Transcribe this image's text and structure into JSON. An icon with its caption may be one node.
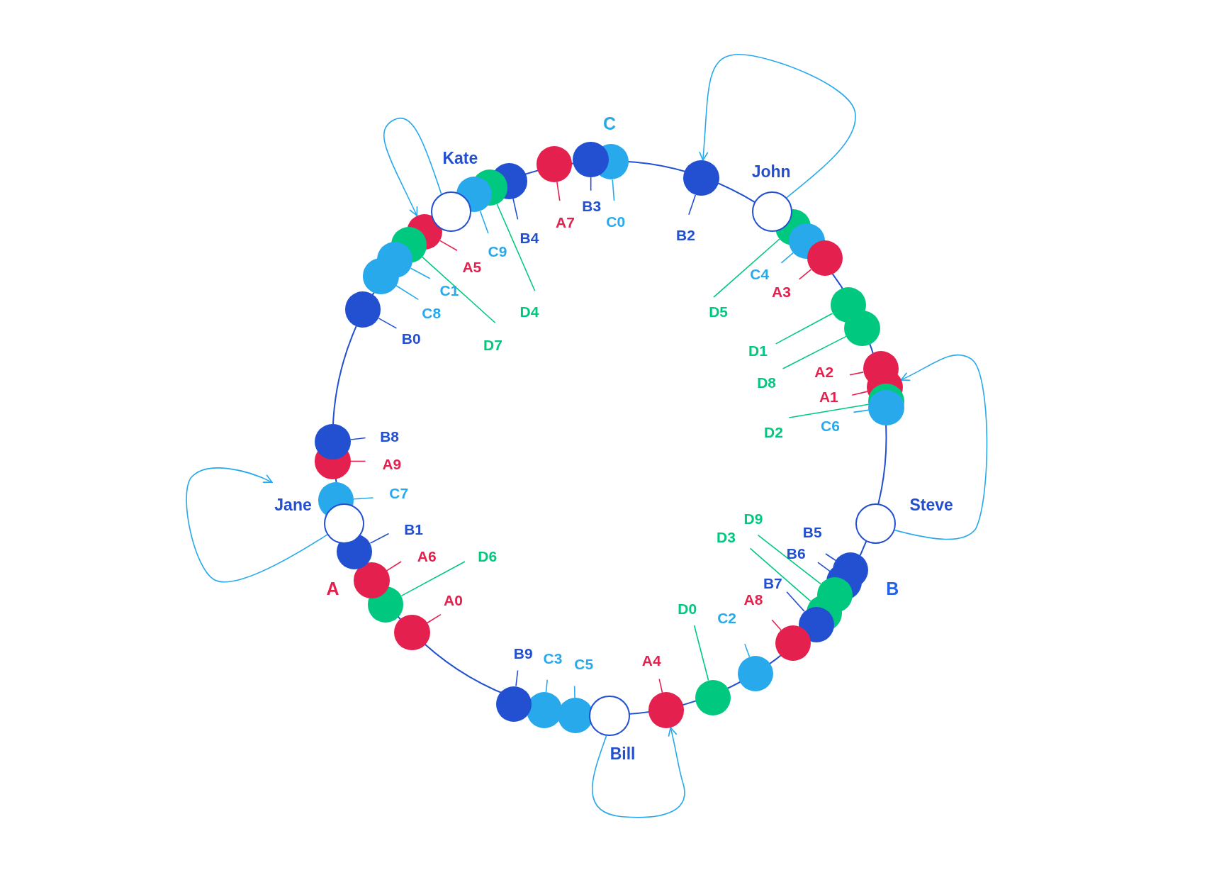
{
  "diagram": {
    "nodes": [
      {
        "text": [],
        "shape": "circle"
      },
      {
        "text": [
          "C0"
        ]
      },
      {
        "text": [],
        "shape": "circle"
      },
      {
        "text": [
          "B3"
        ]
      },
      {
        "text": [],
        "shape": "circle"
      },
      {
        "text": [
          "A7"
        ]
      },
      {
        "text": [],
        "shape": "circle"
      },
      {
        "text": [
          "B2"
        ]
      },
      {
        "text": [],
        "shape": "circle"
      },
      {
        "text": [
          "B4"
        ]
      },
      {
        "text": [],
        "shape": "circle"
      },
      {
        "text": [
          "D4"
        ]
      },
      {
        "text": [],
        "shape": "circle"
      },
      {
        "text": [
          "C9"
        ]
      },
      {
        "text": [
          "Kate"
        ]
      },
      {
        "text": [],
        "shape": "circle"
      },
      {
        "text": [
          "A5"
        ]
      },
      {
        "text": [],
        "shape": "circle"
      },
      {
        "text": [
          "D7"
        ]
      },
      {
        "text": [],
        "shape": "circle"
      },
      {
        "text": [
          "C1"
        ]
      },
      {
        "text": [],
        "shape": "circle"
      },
      {
        "text": [
          "C8"
        ]
      },
      {
        "text": [],
        "shape": "circle"
      },
      {
        "text": [
          "B0"
        ]
      },
      {
        "text": [
          "John"
        ]
      },
      {
        "text": [],
        "shape": "circle"
      },
      {
        "text": [
          "D5"
        ]
      },
      {
        "text": [],
        "shape": "circle"
      },
      {
        "text": [
          "C4"
        ]
      },
      {
        "text": [],
        "shape": "circle"
      },
      {
        "text": [
          "A3"
        ]
      },
      {
        "text": [],
        "shape": "circle"
      },
      {
        "text": [
          "D1"
        ]
      },
      {
        "text": [],
        "shape": "circle"
      },
      {
        "text": [
          "D8"
        ]
      },
      {
        "text": [],
        "shape": "circle"
      },
      {
        "text": [
          "A2"
        ]
      },
      {
        "text": [],
        "shape": "circle"
      },
      {
        "text": [
          "A1"
        ]
      },
      {
        "text": [],
        "shape": "circle"
      },
      {
        "text": [
          "D2"
        ]
      },
      {
        "text": [],
        "shape": "circle"
      },
      {
        "text": [
          "C6"
        ]
      },
      {
        "text": [
          "Steve"
        ]
      },
      {
        "text": [],
        "shape": "circle"
      },
      {
        "text": [
          "B5"
        ]
      },
      {
        "text": [],
        "shape": "circle"
      },
      {
        "text": [
          "B6"
        ]
      },
      {
        "text": [],
        "shape": "circle"
      },
      {
        "text": [
          "D9"
        ]
      },
      {
        "text": [],
        "shape": "circle"
      },
      {
        "text": [
          "D3"
        ]
      },
      {
        "text": [],
        "shape": "circle"
      },
      {
        "text": [
          "B7"
        ]
      },
      {
        "text": [],
        "shape": "circle"
      },
      {
        "text": [
          "A8"
        ]
      },
      {
        "text": [],
        "shape": "circle"
      },
      {
        "text": [
          "C2"
        ]
      },
      {
        "text": [],
        "shape": "circle"
      },
      {
        "text": [
          "D0"
        ]
      },
      {
        "text": [],
        "shape": "circle"
      },
      {
        "text": [
          "A4"
        ]
      },
      {
        "text": [
          "Bill"
        ]
      },
      {
        "text": [],
        "shape": "circle"
      },
      {
        "text": [
          "C5"
        ]
      },
      {
        "text": [],
        "shape": "circle"
      },
      {
        "text": [
          "C3"
        ]
      },
      {
        "text": [],
        "shape": "circle"
      },
      {
        "text": [
          "B9"
        ]
      },
      {
        "text": [],
        "shape": "circle"
      },
      {
        "text": [
          "A0"
        ]
      },
      {
        "text": [],
        "shape": "circle"
      },
      {
        "text": [
          "D6"
        ]
      },
      {
        "text": [],
        "shape": "circle"
      },
      {
        "text": [
          "A6"
        ]
      },
      {
        "text": [],
        "shape": "circle"
      },
      {
        "text": [
          "B1"
        ]
      },
      {
        "text": [
          "Jane"
        ]
      },
      {
        "text": [],
        "shape": "circle"
      },
      {
        "text": [
          "C7"
        ]
      },
      {
        "text": [],
        "shape": "circle"
      },
      {
        "text": [
          "A9"
        ]
      },
      {
        "text": [],
        "shape": "circle"
      },
      {
        "text": [
          "B8"
        ]
      }
    ],
    "edges": [
      {
        "from": 1,
        "to": 0,
        "arrow": "none",
        "color": "#27a9ec"
      },
      {
        "from": 3,
        "to": 2,
        "arrow": "none",
        "color": "#2250d0"
      },
      {
        "from": 5,
        "to": 4,
        "arrow": "none",
        "color": "#e4204e"
      },
      {
        "from": 7,
        "to": 6,
        "arrow": "none",
        "color": "#2250d0"
      },
      {
        "from": 9,
        "to": 8,
        "arrow": "none",
        "color": "#2250d0"
      },
      {
        "from": 11,
        "to": 10,
        "arrow": "none",
        "color": "#00c97f"
      },
      {
        "from": 13,
        "to": 12,
        "arrow": "none",
        "color": "#27a9ec"
      },
      {
        "from": 16,
        "to": 15,
        "arrow": "none",
        "color": "#e4204e"
      },
      {
        "from": 18,
        "to": 17,
        "arrow": "none",
        "color": "#00c97f"
      },
      {
        "from": 20,
        "to": 19,
        "arrow": "none",
        "color": "#27a9ec"
      },
      {
        "from": 22,
        "to": 21,
        "arrow": "none",
        "color": "#27a9ec"
      },
      {
        "from": 24,
        "to": 23,
        "arrow": "none",
        "color": "#2250d0"
      },
      {
        "from": 27,
        "to": 26,
        "arrow": "none",
        "color": "#00c97f"
      },
      {
        "from": 29,
        "to": 28,
        "arrow": "none",
        "color": "#27a9ec"
      },
      {
        "from": 31,
        "to": 30,
        "arrow": "none",
        "color": "#e4204e"
      },
      {
        "from": 33,
        "to": 32,
        "arrow": "none",
        "color": "#00c97f"
      },
      {
        "from": 35,
        "to": 34,
        "arrow": "none",
        "color": "#00c97f"
      },
      {
        "from": 37,
        "to": 36,
        "arrow": "none",
        "color": "#e4204e"
      },
      {
        "from": 39,
        "to": 38,
        "arrow": "none",
        "color": "#e4204e"
      },
      {
        "from": 41,
        "to": 40,
        "arrow": "none",
        "color": "#00c97f"
      },
      {
        "from": 43,
        "to": 42,
        "arrow": "none",
        "color": "#27a9ec"
      },
      {
        "from": 46,
        "to": 45,
        "arrow": "none",
        "color": "#2250d0"
      },
      {
        "from": 48,
        "to": 47,
        "arrow": "none",
        "color": "#2250d0"
      },
      {
        "from": 50,
        "to": 49,
        "arrow": "none",
        "color": "#00c97f"
      },
      {
        "from": 52,
        "to": 51,
        "arrow": "none",
        "color": "#00c97f"
      },
      {
        "from": 54,
        "to": 53,
        "arrow": "none",
        "color": "#2250d0"
      },
      {
        "from": 56,
        "to": 55,
        "arrow": "none",
        "color": "#e4204e"
      },
      {
        "from": 58,
        "to": 57,
        "arrow": "none",
        "color": "#27a9ec"
      },
      {
        "from": 60,
        "to": 59,
        "arrow": "none",
        "color": "#00c97f"
      },
      {
        "from": 62,
        "to": 61,
        "arrow": "none",
        "color": "#e4204e"
      },
      {
        "from": 65,
        "to": 64,
        "arrow": "none",
        "color": "#27a9ec"
      },
      {
        "from": 67,
        "to": 66,
        "arrow": "none",
        "color": "#27a9ec"
      },
      {
        "from": 69,
        "to": 68,
        "arrow": "none",
        "color": "#2250d0"
      },
      {
        "from": 71,
        "to": 70,
        "arrow": "none",
        "color": "#e4204e"
      },
      {
        "from": 73,
        "to": 72,
        "arrow": "none",
        "color": "#00c97f"
      },
      {
        "from": 75,
        "to": 74,
        "arrow": "none",
        "color": "#e4204e"
      },
      {
        "from": 77,
        "to": 76,
        "arrow": "none",
        "color": "#2250d0"
      },
      {
        "from": 80,
        "to": 79,
        "arrow": "none",
        "color": "#27a9ec"
      },
      {
        "from": 82,
        "to": 81,
        "arrow": "none",
        "color": "#e4204e"
      },
      {
        "from": 84,
        "to": 83,
        "arrow": "none",
        "color": "#2250d0"
      },
      {
        "from": 14,
        "to": 15,
        "arrow": "to",
        "color": "#27a9ec"
      },
      {
        "from": 25,
        "to": 6,
        "arrow": "to",
        "color": "#27a9ec"
      },
      {
        "from": 44,
        "to": 38,
        "arrow": "to",
        "color": "#27a9ec"
      },
      {
        "from": 63,
        "to": 61,
        "arrow": "to",
        "color": "#27a9ec"
      },
      {
        "from": 78,
        "to": null,
        "arrow": "to",
        "color": "#27a9ec"
      }
    ],
    "labels": [
      "C",
      "A",
      "B"
    ]
  }
}
